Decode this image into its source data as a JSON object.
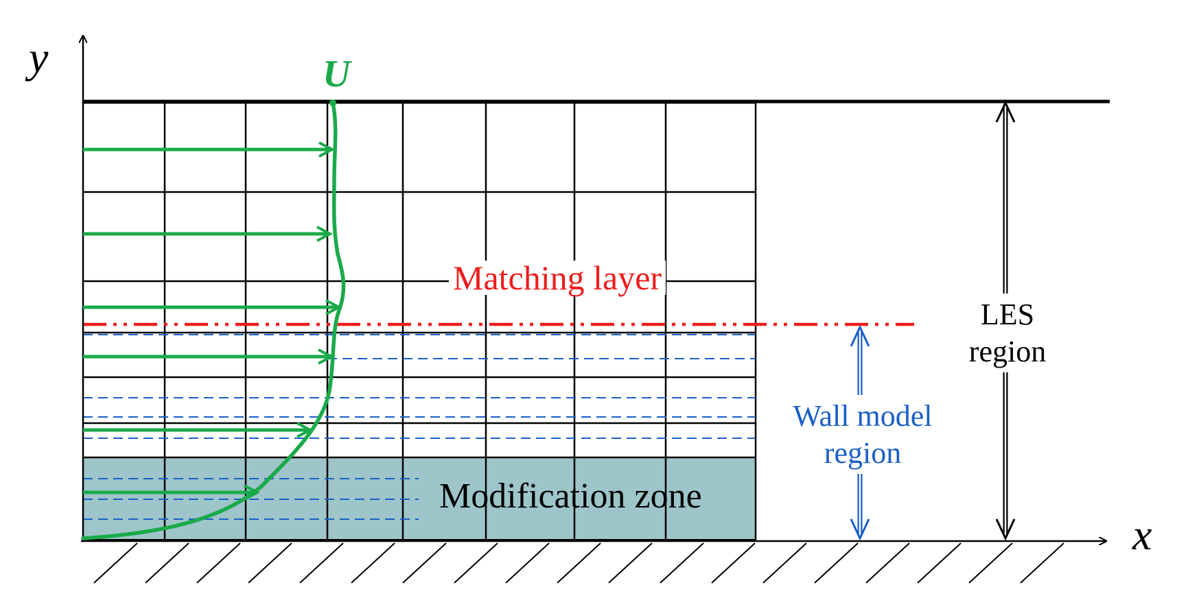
{
  "labels": {
    "y_axis": "y",
    "x_axis": "x",
    "velocity": "U",
    "matching_layer": "Matching layer",
    "modification_zone": "Modification zone",
    "les_region": [
      "LES",
      "region"
    ],
    "wall_model_region": [
      "Wall model",
      "region"
    ]
  },
  "colors": {
    "grid": "#000000",
    "velocity": "#1aaa4a",
    "matching_layer": "#ee1c1c",
    "wall_model": "#1a5fc8",
    "modification_zone_fill": "#9ec5c9"
  },
  "icons": {
    "wall": "hatched-wall",
    "arrow": "arrowhead"
  }
}
